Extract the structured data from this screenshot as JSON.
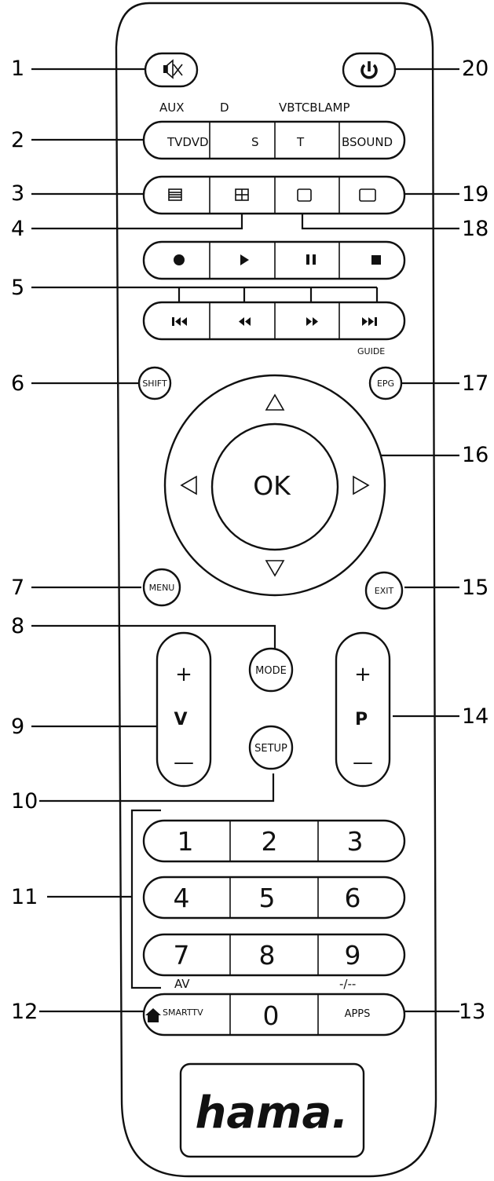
{
  "callouts": [
    "1",
    "2",
    "3",
    "4",
    "5",
    "6",
    "7",
    "8",
    "9",
    "10",
    "11",
    "12",
    "13",
    "14",
    "15",
    "16",
    "17",
    "18",
    "19",
    "20"
  ],
  "source_labels_top": {
    "aux": "AUX",
    "d": "D",
    "vbtcblamp": "VBTCBLAMP"
  },
  "source_row": {
    "tvdvd": "TVDVD",
    "s": "S",
    "t": "T",
    "bsound": "BSOUND"
  },
  "guide_label": "GUIDE",
  "small_buttons": {
    "shift": "SHIFT",
    "epg": "EPG",
    "menu": "MENU",
    "exit": "EXIT",
    "mode": "MODE",
    "setup": "SETUP"
  },
  "ok_label": "OK",
  "volume": {
    "plus": "+",
    "letter": "V",
    "minus": "—"
  },
  "program": {
    "plus": "+",
    "letter": "P",
    "minus": "—"
  },
  "numpad": {
    "row1": [
      "1",
      "2",
      "3"
    ],
    "row2": [
      "4",
      "5",
      "6"
    ],
    "row3": [
      "7",
      "8",
      "9"
    ]
  },
  "av_label": "AV",
  "dash_label": "-/--",
  "bottom_row": {
    "smarttv": "SMARTTV",
    "zero": "0",
    "apps": "APPS"
  },
  "brand": "hama."
}
